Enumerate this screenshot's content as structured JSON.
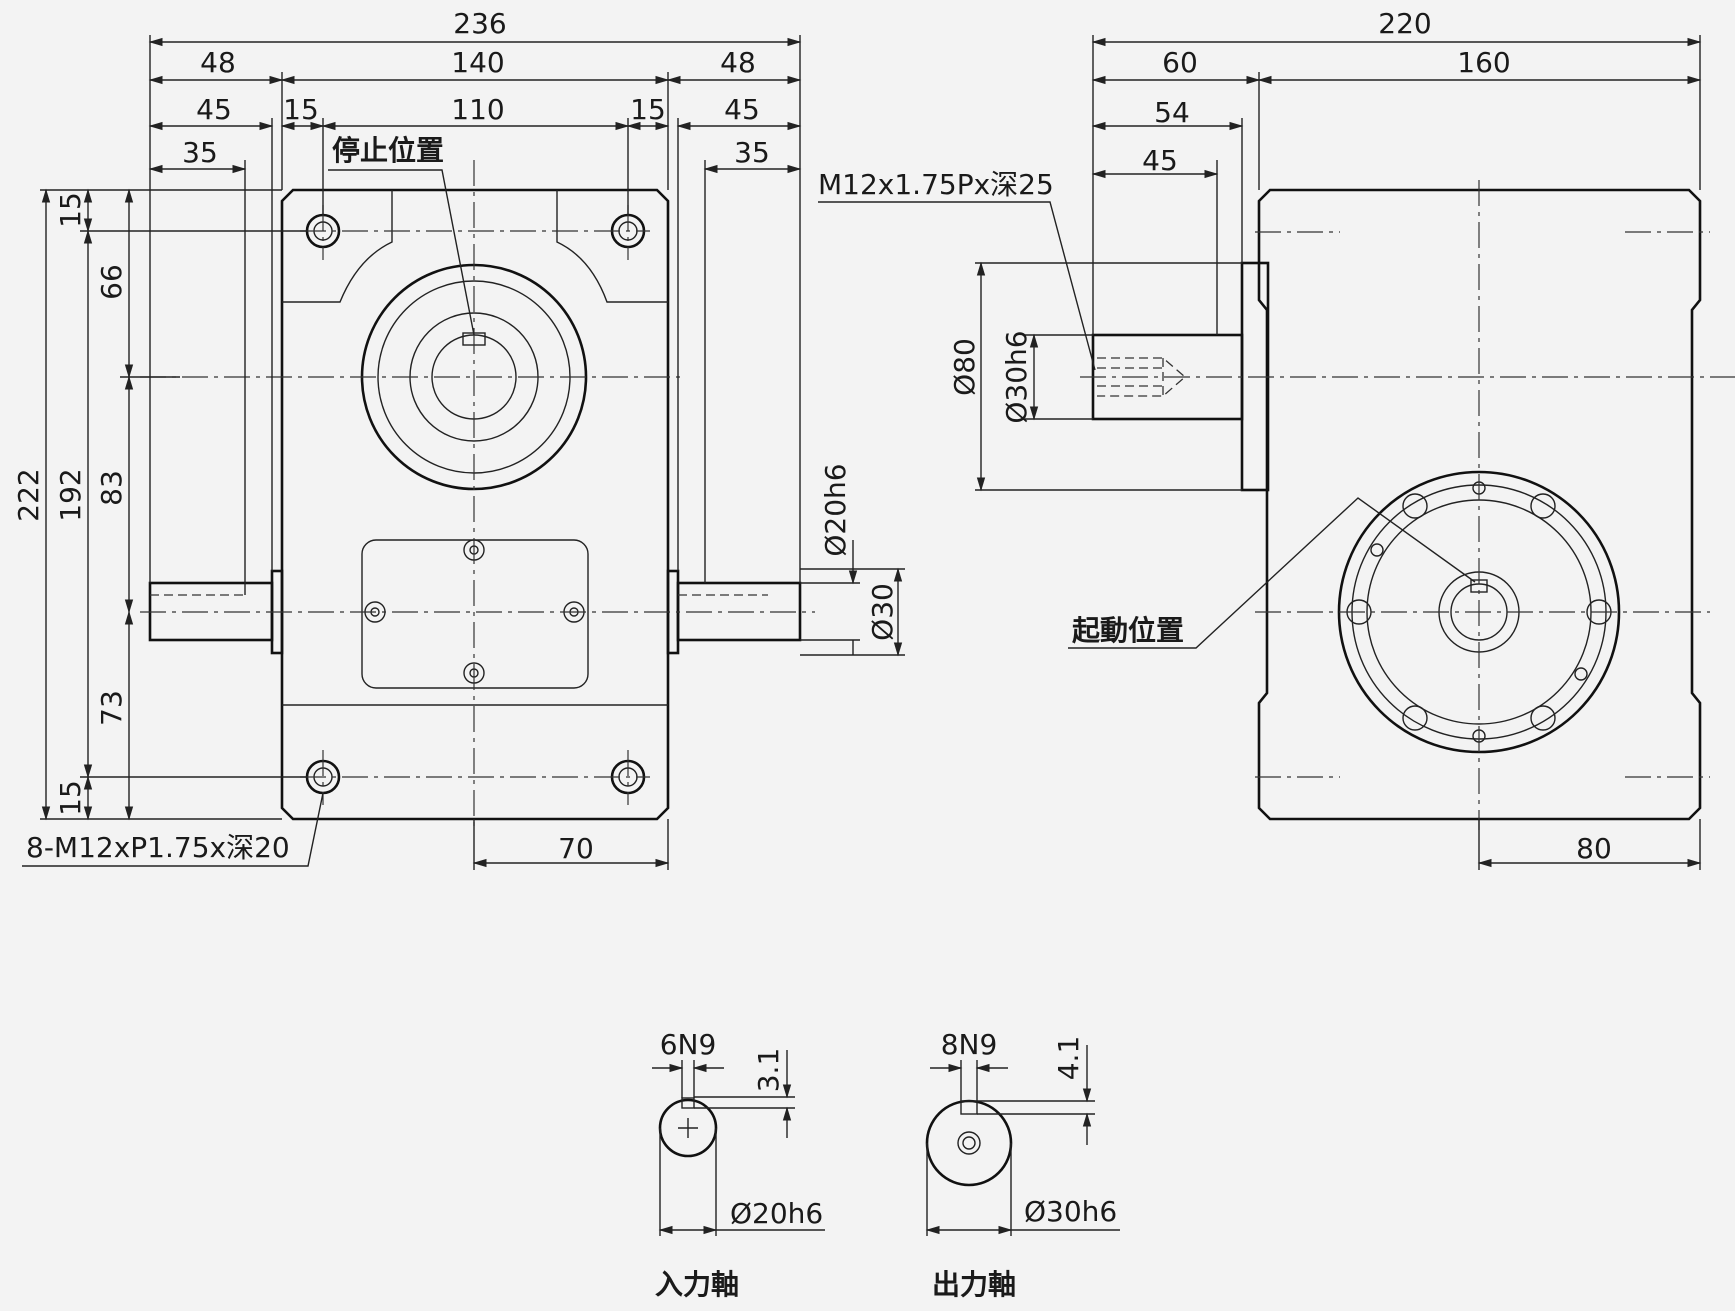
{
  "colors": {
    "background": "#f3f3f3",
    "body_light": "#f6f7f6",
    "body_green": "#8fa998",
    "line": "#111111"
  },
  "front_view": {
    "widths": {
      "overall": "236",
      "left_flange": "48",
      "center": "140",
      "right_flange": "48",
      "left_45": "45",
      "left_15": "15",
      "center_110": "110",
      "right_15": "15",
      "right_45": "45",
      "left_35": "35",
      "right_35": "35",
      "bottom_70": "70"
    },
    "heights": {
      "h222": "222",
      "h192": "192",
      "h15_top": "15",
      "h66": "66",
      "h83": "83",
      "h73": "73",
      "h15_bottom": "15"
    },
    "shaft_diameters": {
      "d20h6": "Ø20h6",
      "d30": "Ø30"
    },
    "stop_position_label": "停止位置",
    "mount_holes_label": "8-M12xP1.75x深20"
  },
  "side_view": {
    "widths": {
      "overall": "220",
      "w60": "60",
      "w160": "160",
      "w54": "54",
      "w45": "45",
      "bottom_80": "80"
    },
    "thread_label": "M12x1.75Px深25",
    "diameters": {
      "d80": "Ø80",
      "d30h6": "Ø30h6"
    },
    "start_position_label": "起動位置"
  },
  "input_shaft": {
    "key_width": "6N9",
    "key_depth": "3.1",
    "diameter": "Ø20h6",
    "title": "入力軸"
  },
  "output_shaft": {
    "key_width": "8N9",
    "key_depth": "4.1",
    "diameter": "Ø30h6",
    "title": "出力軸"
  }
}
